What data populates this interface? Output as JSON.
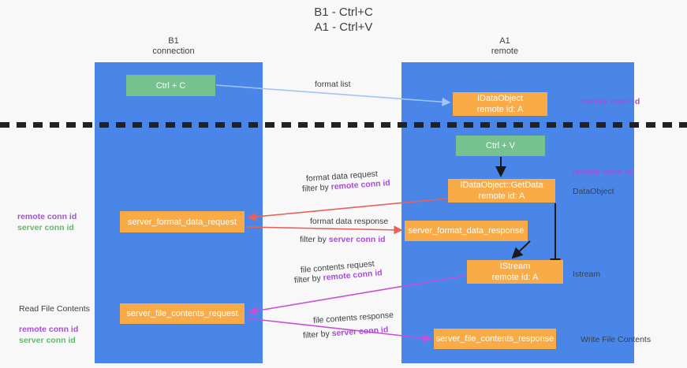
{
  "title": {
    "line1": "B1 - Ctrl+C",
    "line2": "A1 - Ctrl+V"
  },
  "columns": {
    "left": {
      "name": "B1",
      "role": "connection"
    },
    "right": {
      "name": "A1",
      "role": "remote"
    }
  },
  "boxes": {
    "ctrl_c": {
      "label": "Ctrl + C",
      "color": "#76c18e"
    },
    "idataobject": {
      "line1": "IDataObject",
      "line2": "remote id: A",
      "color": "#f9ab48"
    },
    "ctrl_v": {
      "label": "Ctrl + V",
      "color": "#76c18e"
    },
    "getdata": {
      "line1": "IDataObject::GetData",
      "line2": "remote id: A",
      "color": "#f9ab48"
    },
    "server_format_data_request": {
      "label": "server_format_data_request",
      "color": "#f9ab48"
    },
    "server_format_data_response": {
      "label": "server_format_data_response",
      "color": "#f9ab48"
    },
    "istream": {
      "line1": "IStream",
      "line2": "remote id: A",
      "color": "#f9ab48"
    },
    "server_file_contents_request": {
      "label": "server_file_contents_request",
      "color": "#f9ab48"
    },
    "server_file_contents_response": {
      "label": "server_file_contents_response",
      "color": "#f9ab48"
    }
  },
  "side_labels": {
    "remote_conn_id_top": "remote conn id",
    "remote_conn_id_mid": "remote conn id",
    "dataobject": "DataObject",
    "istream": "Istream",
    "write_file_contents": "Write File Contents",
    "read_file_contents": "Read File Contents",
    "remote_conn_id_left_1": "remote conn id",
    "server_conn_id_left_1": "server conn id",
    "remote_conn_id_left_2": "remote conn id",
    "server_conn_id_left_2": "server conn id"
  },
  "edges": {
    "format_list": {
      "caption": "format list"
    },
    "format_data_request": {
      "caption": "format data request",
      "filter_prefix": "filter by ",
      "filter_key": "remote conn id"
    },
    "format_data_response": {
      "caption": "format data response",
      "filter_prefix": "filter by ",
      "filter_key": "server conn id"
    },
    "file_contents_request": {
      "caption": "file contents request",
      "filter_prefix": "filter by ",
      "filter_key": "remote conn id"
    },
    "file_contents_response": {
      "caption": "file contents response",
      "filter_prefix": "filter by ",
      "filter_key": "server conn id"
    }
  },
  "colors": {
    "lane": "#4a86e8",
    "green_box": "#76c18e",
    "orange_box": "#f9ab48",
    "purple_text": "#a64fd6",
    "green_text": "#63ba6e",
    "arrow_blue": "#9fc5f8",
    "arrow_red": "#e8605a",
    "arrow_magenta": "#c74fd6",
    "arrow_black": "#1a1a1a",
    "background": "#f8f8f8",
    "divider": "#222222"
  }
}
